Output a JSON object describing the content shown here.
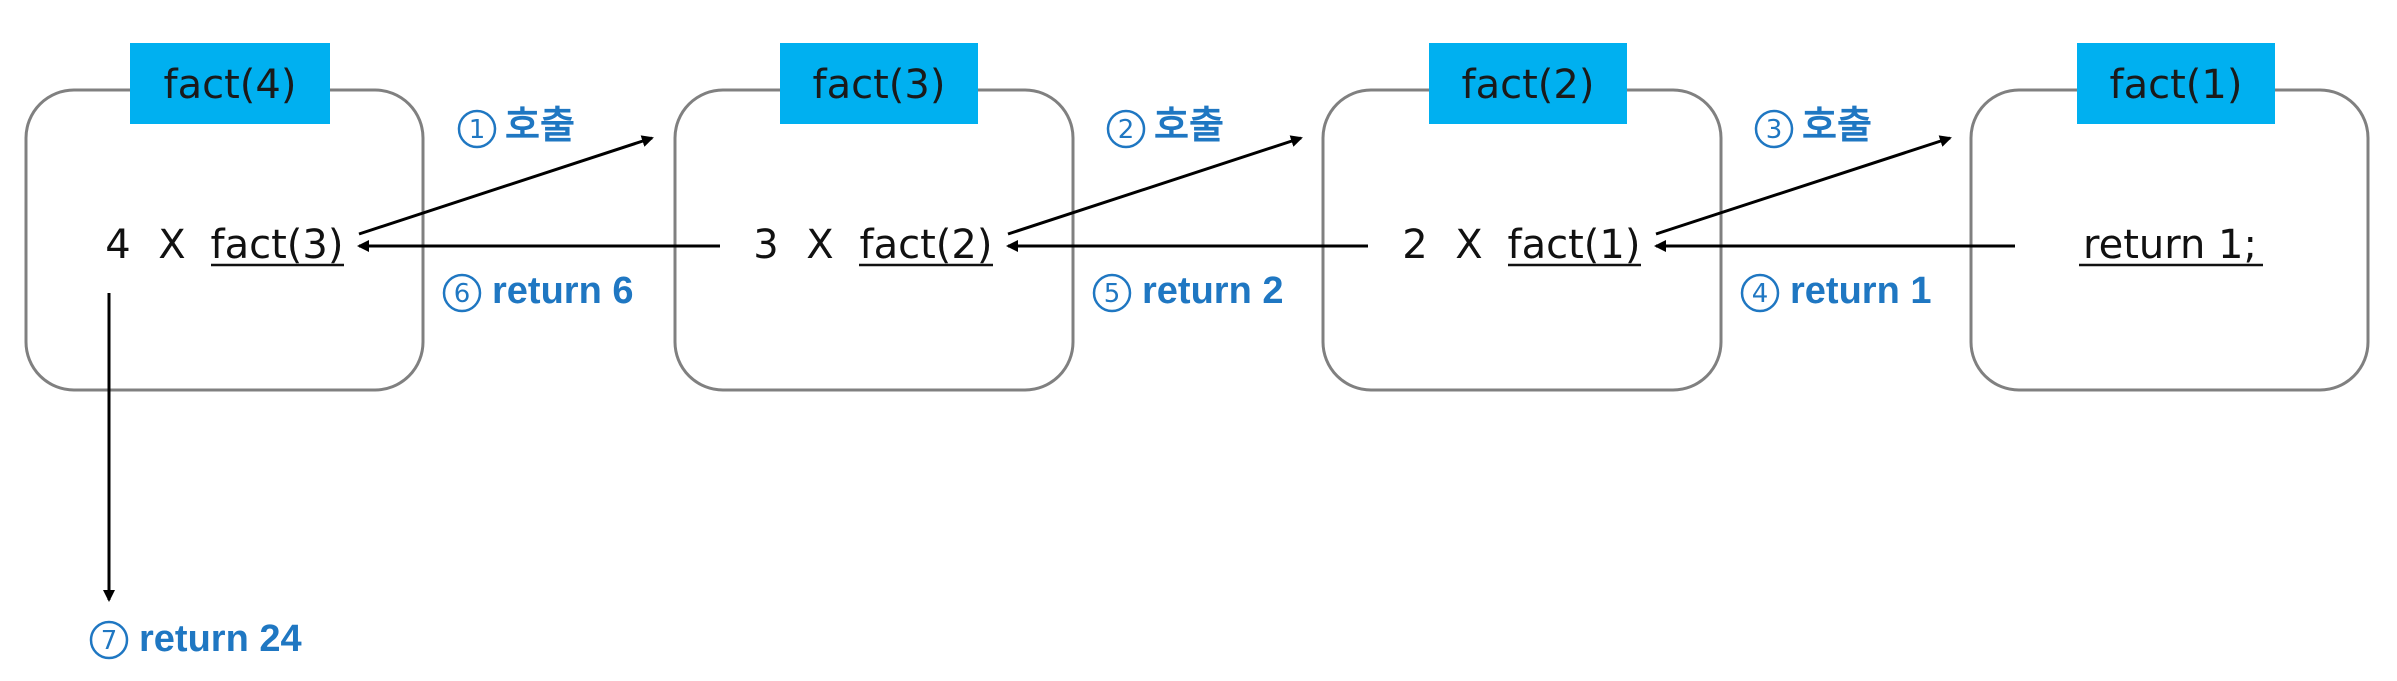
{
  "colors": {
    "tab_fill": "#00b0f0",
    "box_stroke": "#808080",
    "arrow": "#000000",
    "step_text": "#1f77c2",
    "expr_text": "#111111"
  },
  "frames": [
    {
      "tab": "fact(4)",
      "multiplier": "4",
      "times": "X",
      "call": "fact(3)"
    },
    {
      "tab": "fact(3)",
      "multiplier": "3",
      "times": "X",
      "call": "fact(2)"
    },
    {
      "tab": "fact(2)",
      "multiplier": "2",
      "times": "X",
      "call": "fact(1)"
    },
    {
      "tab": "fact(1)",
      "base": "return 1;"
    }
  ],
  "steps": [
    {
      "num": "1",
      "text": "호출"
    },
    {
      "num": "2",
      "text": "호출"
    },
    {
      "num": "3",
      "text": "호출"
    },
    {
      "num": "4",
      "text": "return 1"
    },
    {
      "num": "5",
      "text": "return 2"
    },
    {
      "num": "6",
      "text": "return 6"
    },
    {
      "num": "7",
      "text": "return 24"
    }
  ]
}
